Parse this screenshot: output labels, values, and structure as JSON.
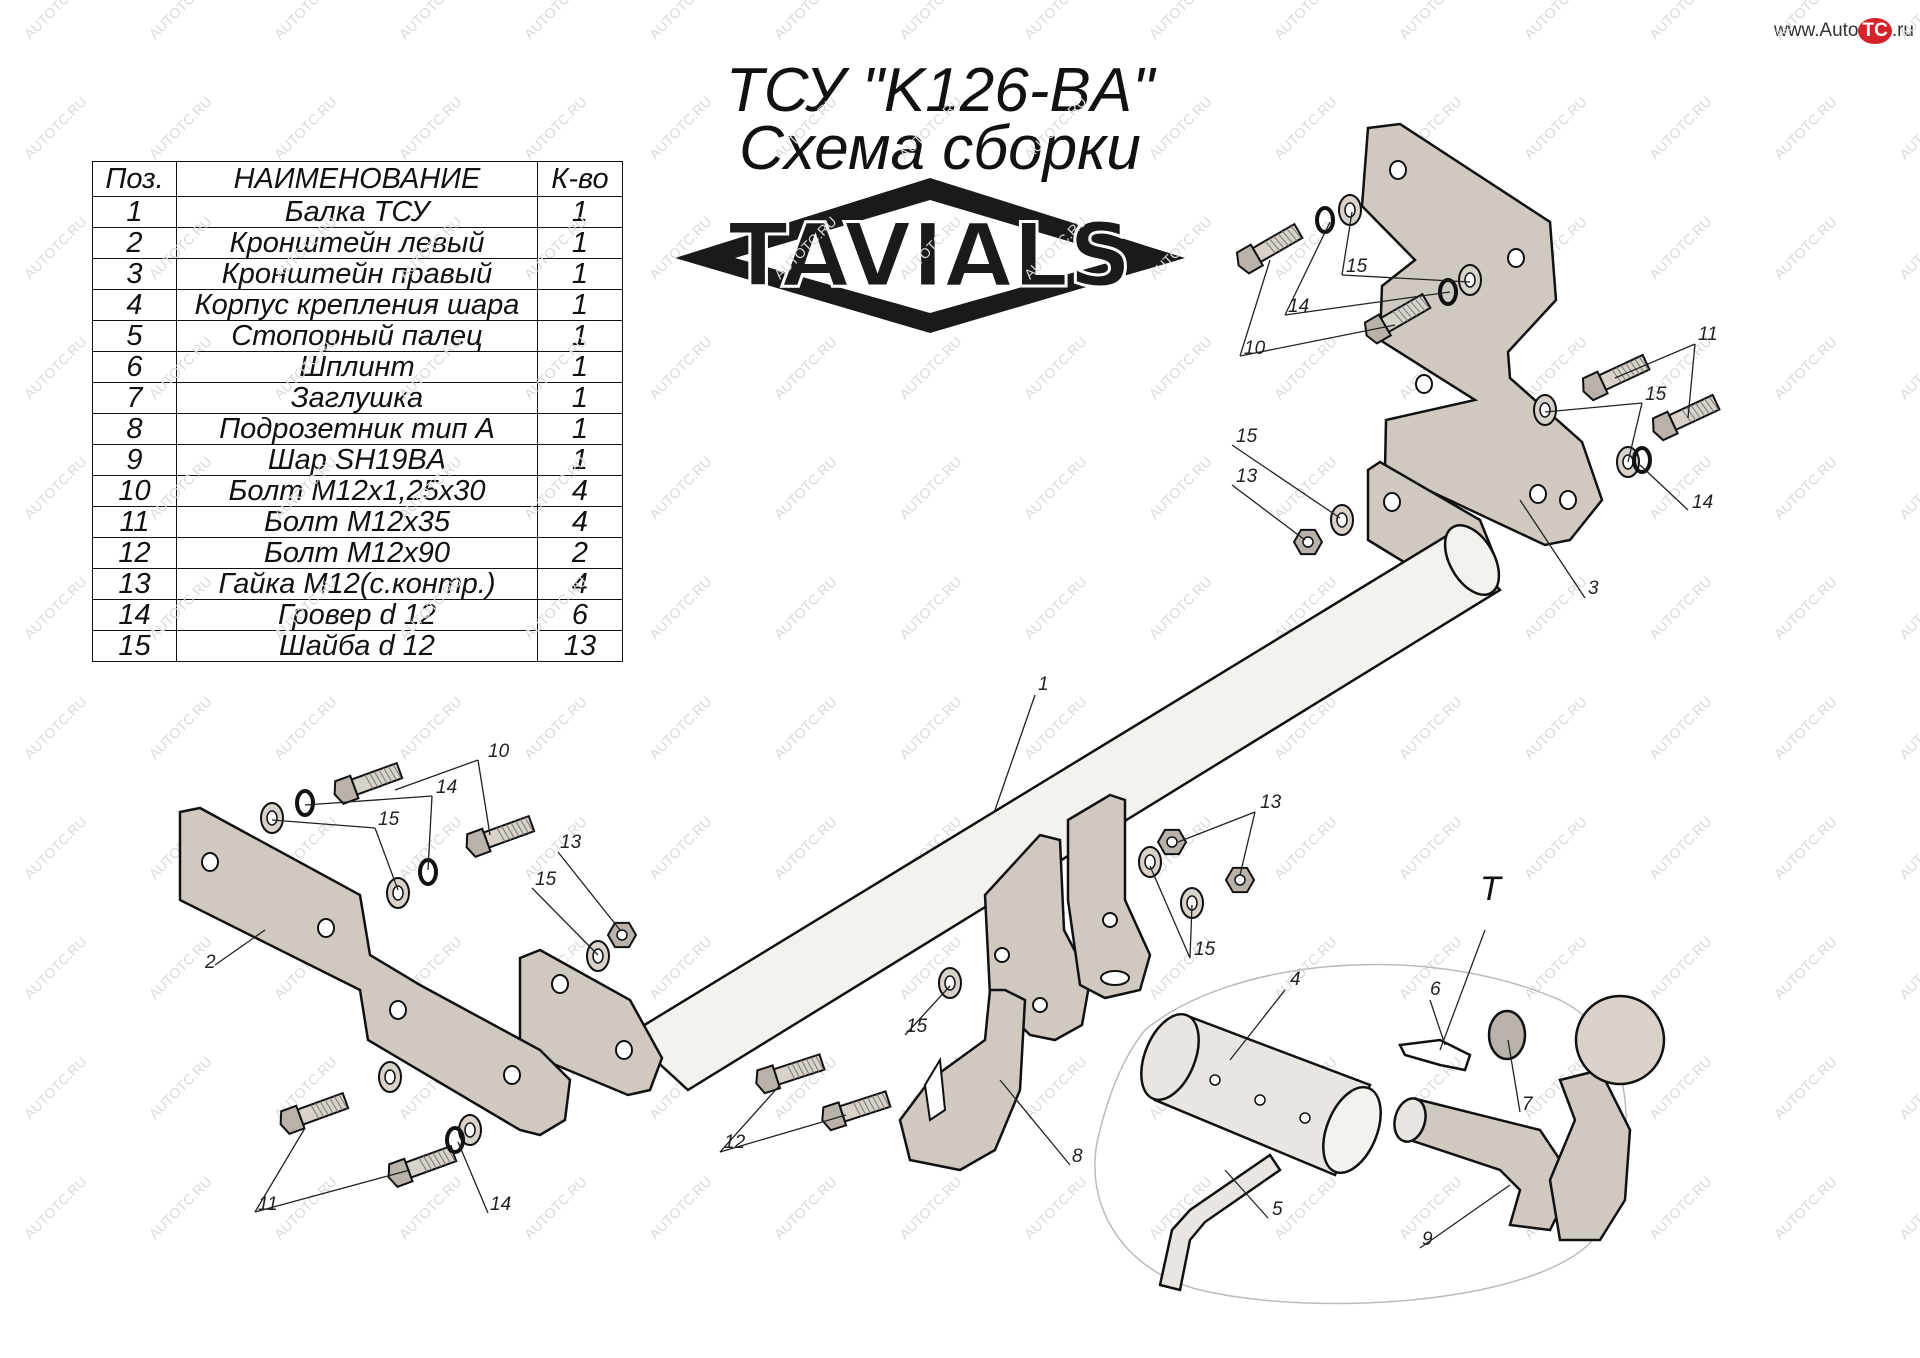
{
  "header": {
    "title_line1": "ТСУ \"K126-BA\"",
    "title_line2": "Схема сборки",
    "logo_text": "TAVIALS",
    "watermark_prefix": "www.Auto",
    "watermark_tc": "TC",
    "watermark_suffix": ".ru",
    "background_watermark": "AUTOTC.RU"
  },
  "parts_table": {
    "headers": [
      "Поз.",
      "НАИМЕНОВАНИЕ",
      "К-во"
    ],
    "rows": [
      [
        "1",
        "Балка ТСУ",
        "1"
      ],
      [
        "2",
        "Кронштейн левый",
        "1"
      ],
      [
        "3",
        "Кронштейн правый",
        "1"
      ],
      [
        "4",
        "Корпус крепления шара",
        "1"
      ],
      [
        "5",
        "Стопорный палец",
        "1"
      ],
      [
        "6",
        "Шплинт",
        "1"
      ],
      [
        "7",
        "Заглушка",
        "1"
      ],
      [
        "8",
        "Подрозетник тип А",
        "1"
      ],
      [
        "9",
        "Шар SH19BA",
        "1"
      ],
      [
        "10",
        "Болт М12х1,25х30",
        "4"
      ],
      [
        "11",
        "Болт М12х35",
        "4"
      ],
      [
        "12",
        "Болт М12х90",
        "2"
      ],
      [
        "13",
        "Гайка М12(с.контр.)",
        "4"
      ],
      [
        "14",
        "Гровер d 12",
        "6"
      ],
      [
        "15",
        "Шайба d 12",
        "13"
      ]
    ]
  },
  "callouts": {
    "l1": "1",
    "l2": "2",
    "l3": "3",
    "l4": "4",
    "l5": "5",
    "l6": "6",
    "l7": "7",
    "l8": "8",
    "l9": "9",
    "l10a": "10",
    "l10b": "10",
    "l11a": "11",
    "l11b": "11",
    "l12": "12",
    "l13a": "13",
    "l13b": "13",
    "l13c": "13",
    "l14a": "14",
    "l14b": "14",
    "l14c": "14",
    "l14d": "14",
    "l15a": "15",
    "l15b": "15",
    "l15c": "15",
    "l15d": "15",
    "l15e": "15",
    "l15f": "15",
    "l15g": "15",
    "lT": "T"
  },
  "colors": {
    "metal": "#cfc9c2",
    "metal_dark": "#8d877f",
    "tube": "#f4f2ee",
    "line": "#111111",
    "brand_red": "#d4242a"
  }
}
